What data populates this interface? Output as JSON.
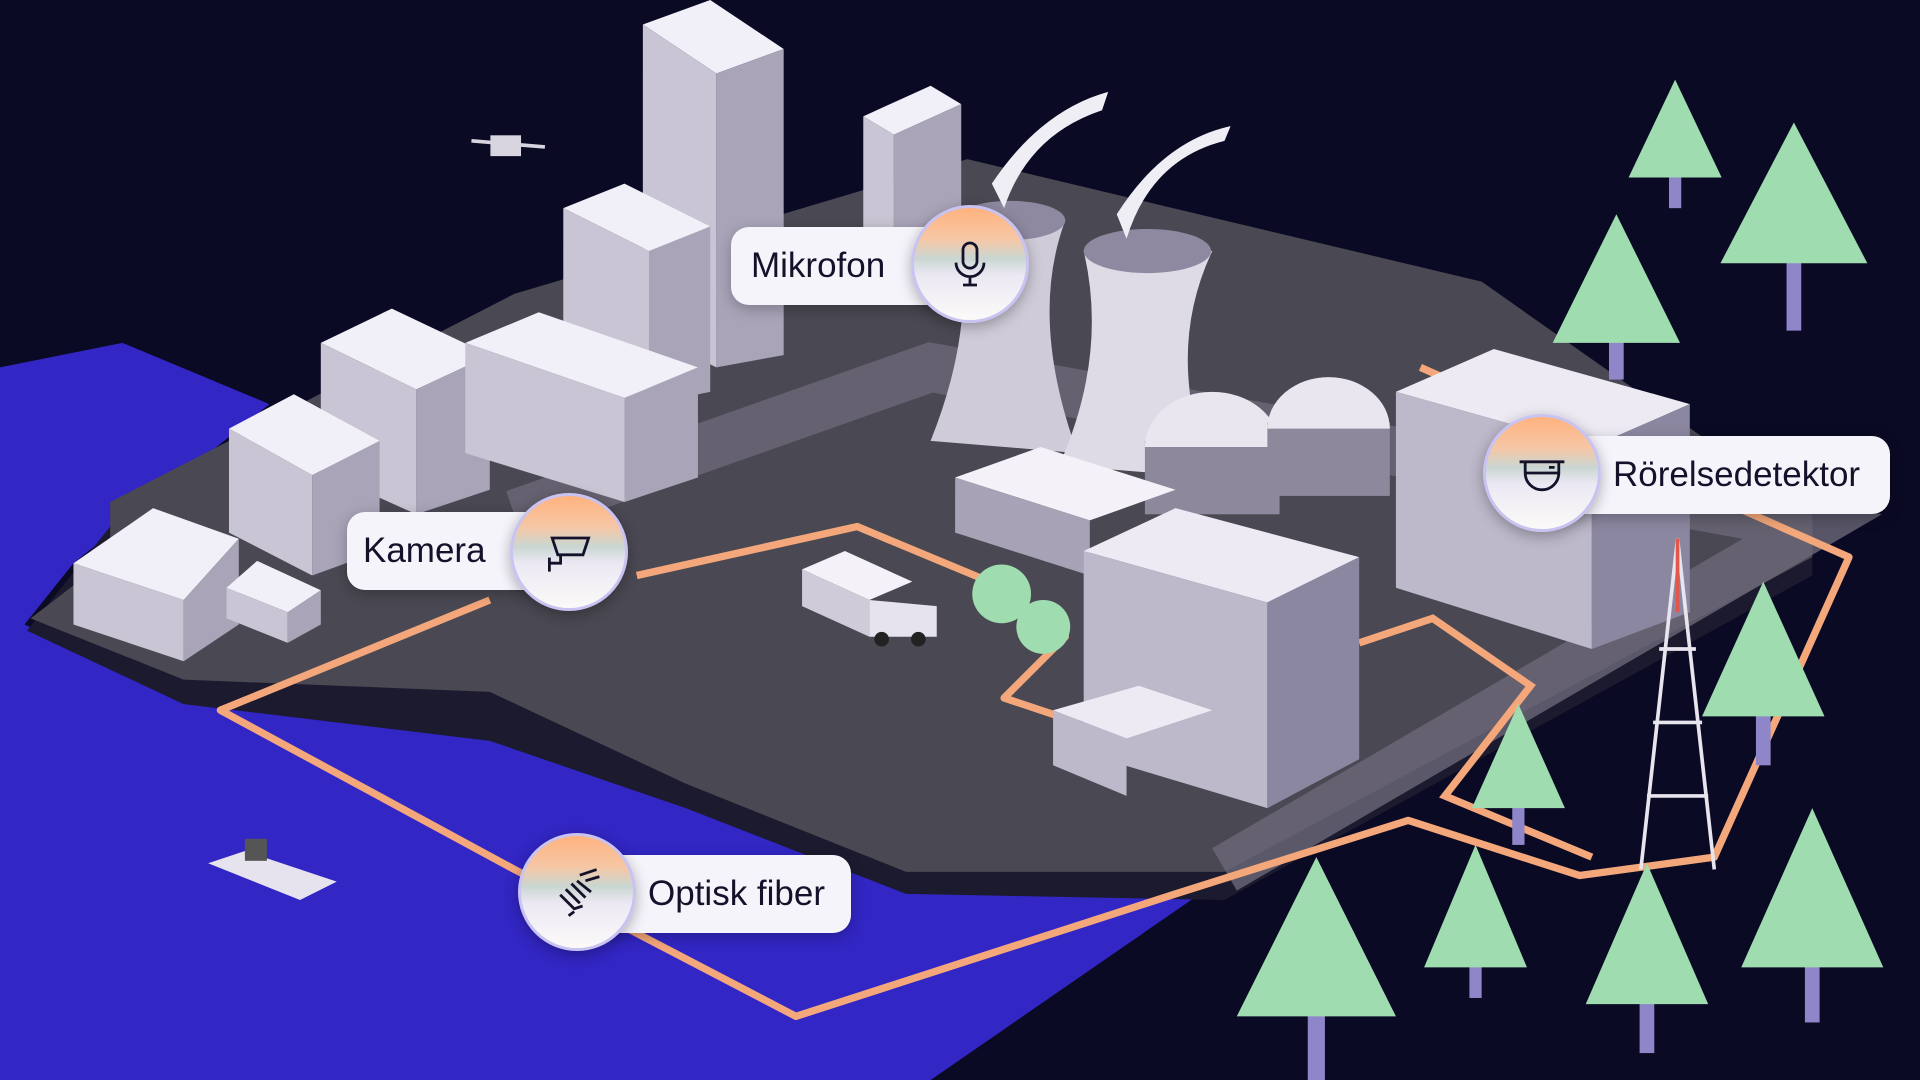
{
  "labels": {
    "microphone": "Mikrofon",
    "camera": "Kamera",
    "motion_detector": "Rörelsedetektor",
    "optical_fiber": "Optisk fiber"
  },
  "icons": [
    "microphone-icon",
    "camera-icon",
    "motion-detector-icon",
    "fiber-hand-icon"
  ],
  "colors": {
    "background": "#0b0a24",
    "water": "#3226c4",
    "ground": "#4a4852",
    "fiber": "#f4a77a",
    "tree": "#9fdcb0",
    "building": "#e6e3ee"
  }
}
